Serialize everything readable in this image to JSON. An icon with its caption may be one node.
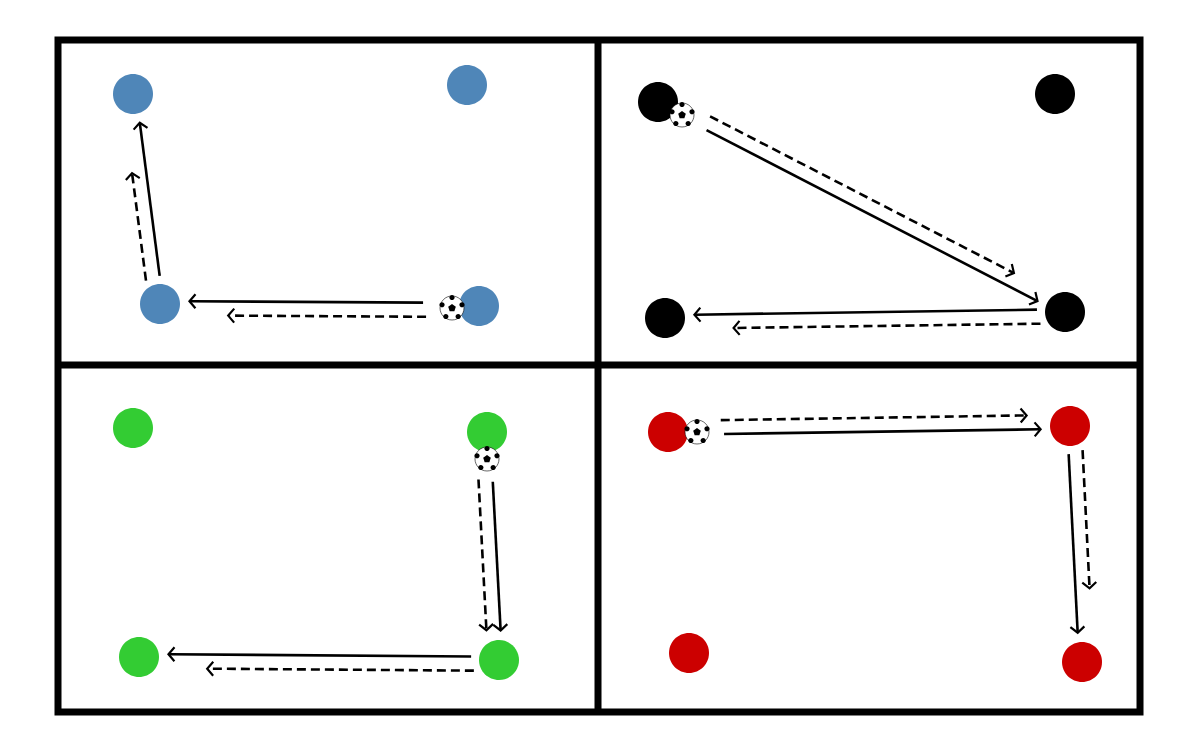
{
  "diagram": {
    "nodes": [
      {
        "text": [],
        "shape": "circle"
      },
      {
        "text": [],
        "shape": "circle"
      },
      {
        "text": [],
        "shape": "circle"
      },
      {
        "text": [],
        "shape": "circle"
      },
      {
        "text": [],
        "shape": "circle"
      },
      {
        "text": [],
        "shape": "circle"
      },
      {
        "text": [],
        "shape": "circle"
      },
      {
        "text": [],
        "shape": "circle"
      },
      {
        "text": [],
        "shape": "circle"
      },
      {
        "text": [],
        "shape": "circle"
      },
      {
        "text": [],
        "shape": "circle"
      },
      {
        "text": [],
        "shape": "circle"
      },
      {
        "text": [],
        "shape": "circle"
      },
      {
        "text": [],
        "shape": "circle"
      },
      {
        "text": [],
        "shape": "circle"
      },
      {
        "text": [],
        "shape": "circle"
      }
    ],
    "edges": [
      {
        "from": 5,
        "to": 4,
        "arrow": "to"
      },
      {
        "from": 5,
        "to": 4,
        "arrow": "to",
        "style": "dashed"
      },
      {
        "from": 4,
        "to": 0,
        "arrow": "to"
      },
      {
        "from": 4,
        "to": 0,
        "arrow": "to",
        "style": "dashed"
      },
      {
        "from": 2,
        "to": 7,
        "arrow": "to"
      },
      {
        "from": 2,
        "to": 7,
        "arrow": "to",
        "style": "dashed"
      },
      {
        "from": 7,
        "to": 6,
        "arrow": "to"
      },
      {
        "from": 7,
        "to": 6,
        "arrow": "to",
        "style": "dashed"
      },
      {
        "from": 9,
        "to": 13,
        "arrow": "to"
      },
      {
        "from": 9,
        "to": 13,
        "arrow": "to",
        "style": "dashed"
      },
      {
        "from": 13,
        "to": 12,
        "arrow": "to"
      },
      {
        "from": 13,
        "to": 12,
        "arrow": "to",
        "style": "dashed"
      },
      {
        "from": 10,
        "to": 11,
        "arrow": "to"
      },
      {
        "from": 10,
        "to": 11,
        "arrow": "to",
        "style": "dashed"
      },
      {
        "from": 11,
        "to": 15,
        "arrow": "to"
      },
      {
        "from": 11,
        "to": 15,
        "arrow": "to",
        "style": "dashed"
      }
    ]
  }
}
